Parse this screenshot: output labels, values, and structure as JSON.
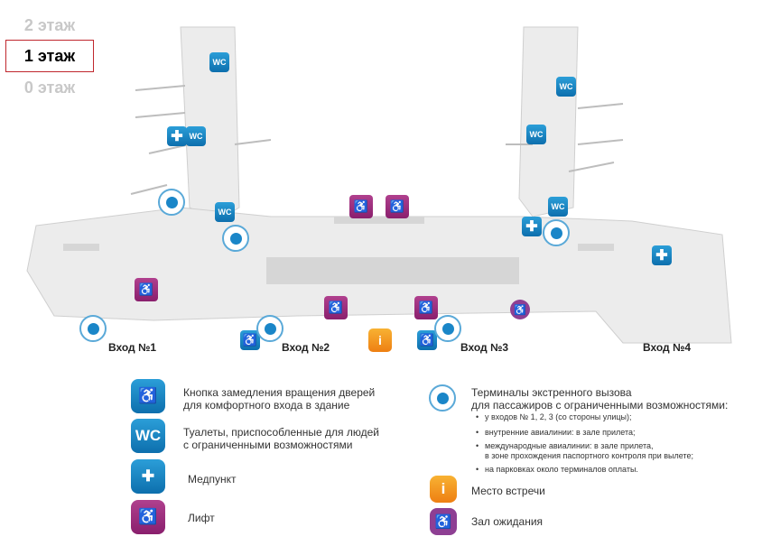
{
  "floors": [
    {
      "label": "2 этаж",
      "active": false
    },
    {
      "label": "1 этаж",
      "active": true
    },
    {
      "label": "0 этаж",
      "active": false
    }
  ],
  "map": {
    "entrances": [
      "Вход №1",
      "Вход №2",
      "Вход №3",
      "Вход №4"
    ],
    "wc_label": "WC"
  },
  "legend": {
    "door_button": "Кнопка замедления вращения дверей\nдля комфортного входа в здание",
    "wc": "Туалеты, приспособленные для людей\nс ограниченными возможностями",
    "medpoint": "Медпункт",
    "lift": "Лифт",
    "terminals": "Терминалы экстренного вызова\nдля пассажиров с ограниченными возможностями:",
    "terminal_locations": [
      "у входов № 1, 2, 3 (со стороны улицы);",
      "внутренние авиалинии: в зале прилета;",
      "международные авиалинии: в зале прилета,\nв зоне прохождения паспортного контроля при вылете;",
      "на парковках около терминалов оплаты."
    ],
    "meeting_point": "Место встречи",
    "waiting_hall": "Зал ожидания"
  },
  "colors": {
    "wc": "#1a86c8",
    "lift": "#9c2c7e",
    "info": "#f39a1c",
    "waiting": "#8e3f93",
    "active_border": "#c0272d"
  }
}
